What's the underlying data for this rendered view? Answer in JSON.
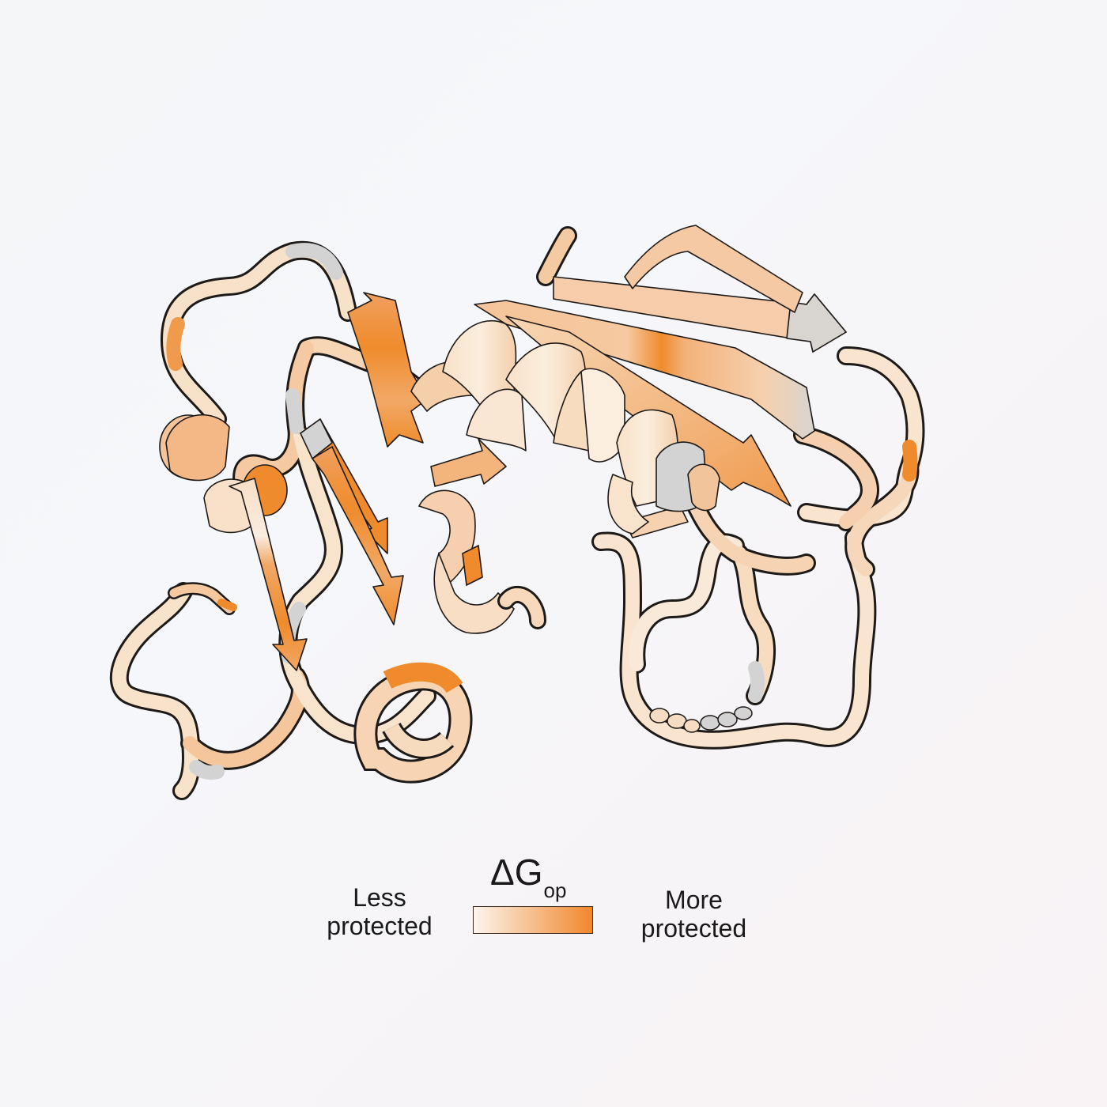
{
  "legend": {
    "title_main": "ΔG",
    "title_sub": "op",
    "less_line1": "Less",
    "less_line2": "protected",
    "more_line1": "More",
    "more_line2": "protected",
    "gradient_start": "#fdf3e6",
    "gradient_end": "#f2872b"
  },
  "colors": {
    "pale": "#f8e6d2",
    "light": "#f6ceaa",
    "mid": "#f1a866",
    "strong": "#ef8b2c",
    "grey": "#d3d3d3",
    "outline": "#1e1a18",
    "background": "#f5f6f8"
  },
  "structure": {
    "subject": "protein-ribbon-structure",
    "style": "cartoon"
  }
}
